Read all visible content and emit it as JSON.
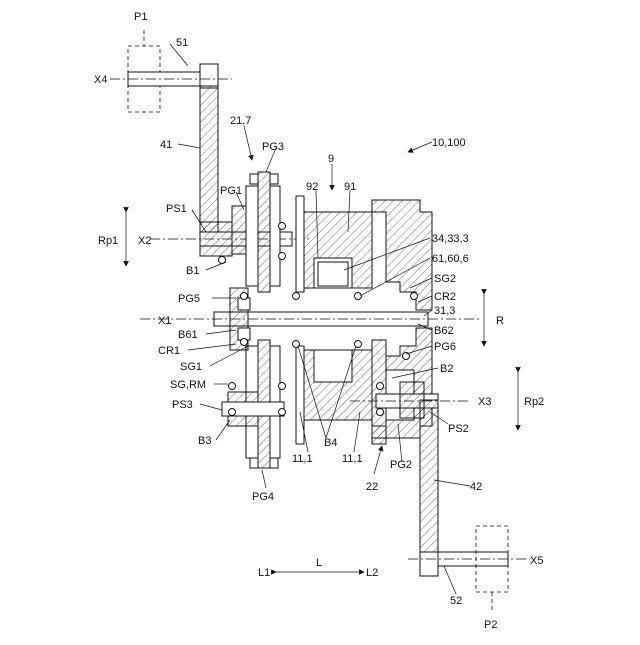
{
  "labels": {
    "P1": "P1",
    "num51": "51",
    "X4": "X4",
    "num41": "41",
    "n21_7": "21,7",
    "PG3": "PG3",
    "n9": "9",
    "n10_100": "10,100",
    "n92": "92",
    "n91": "91",
    "PG1": "PG1",
    "PS1": "PS1",
    "Rp1": "Rp1",
    "X2": "X2",
    "n34_33_3": "34,33,3",
    "n61_60_6": "61,60,6",
    "B1": "B1",
    "SG2": "SG2",
    "PG5": "PG5",
    "CR2": "CR2",
    "X1": "X1",
    "n31_3": "31,3",
    "R": "R",
    "B61": "B61",
    "B62": "B62",
    "CR1": "CR1",
    "PG6": "PG6",
    "SG1": "SG1",
    "B2": "B2",
    "SG_RM": "SG,RM",
    "X3": "X3",
    "Rp2": "Rp2",
    "PS3": "PS3",
    "PS2": "PS2",
    "B3": "B3",
    "B4": "B4",
    "n11_1a": "11,1",
    "n11_1b": "11,1",
    "PG2": "PG2",
    "n22": "22",
    "n42": "42",
    "PG4": "PG4",
    "L1": "L1",
    "L": "L",
    "L2": "L2",
    "X5": "X5",
    "n52": "52",
    "P2": "P2"
  }
}
